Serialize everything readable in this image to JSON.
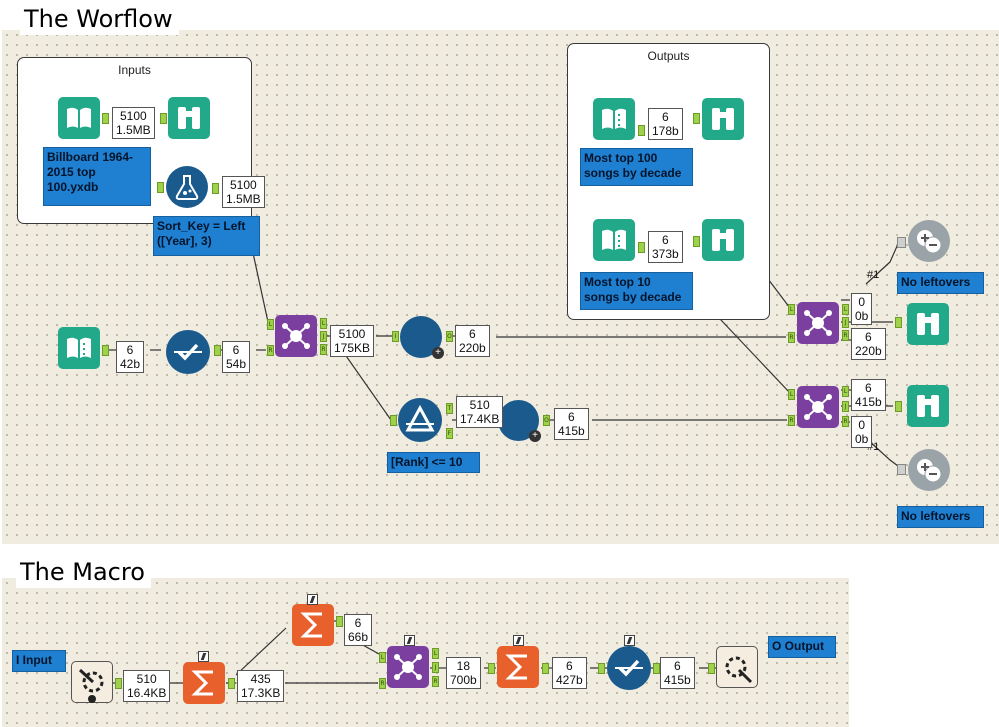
{
  "titles": {
    "workflow": "The Worflow",
    "macro": "The Macro"
  },
  "containers": {
    "inputs": "Inputs",
    "outputs": "Outputs"
  },
  "annotations": {
    "billboard": "Billboard 1964-2015 top 100.yxdb",
    "sort_key": "Sort_Key = Left ([Year], 3)",
    "most_top_100": "Most top 100 songs by decade",
    "most_top_10": "Most top 10 songs by decade",
    "rank_filter": "[Rank] <= 10",
    "leftovers_1": "No leftovers",
    "leftovers_2": "No leftovers",
    "macro_input": "I Input",
    "macro_output": "O Output"
  },
  "counts": {
    "c1": [
      "5100",
      "1.5MB"
    ],
    "c2": [
      "5100",
      "1.5MB"
    ],
    "c3": [
      "6",
      "178b"
    ],
    "c4": [
      "6",
      "373b"
    ],
    "c5": [
      "6",
      "42b"
    ],
    "c6": [
      "6",
      "54b"
    ],
    "c7": [
      "5100",
      "175KB"
    ],
    "c8": [
      "6",
      "220b"
    ],
    "c9": [
      "510",
      "17.4KB"
    ],
    "c10": [
      "6",
      "415b"
    ],
    "c11": [
      "0",
      "0b"
    ],
    "c12": [
      "6",
      "220b"
    ],
    "c13": [
      "6",
      "415b"
    ],
    "c14": [
      "0",
      "0b"
    ],
    "m1": [
      "510",
      "16.4KB"
    ],
    "m2": [
      "6",
      "66b"
    ],
    "m3": [
      "435",
      "17.3KB"
    ],
    "m4": [
      "18",
      "700b"
    ],
    "m5": [
      "6",
      "427b"
    ],
    "m6": [
      "6",
      "415b"
    ]
  },
  "hash_labels": [
    "#1",
    "#1"
  ],
  "anchors": {
    "L": "L",
    "R": "R",
    "J": "J",
    "T": "T",
    "F": "F",
    "O": "O",
    "I": "I"
  },
  "colors": {
    "canvas": "#f1ece0",
    "input_tool": "#22a98a",
    "join_tool": "#7b3fa0",
    "formula_blue": "#1a5a8c",
    "summarize": "#e8602c",
    "annotation": "#1f7fd0",
    "anchor": "#9ed24a"
  }
}
